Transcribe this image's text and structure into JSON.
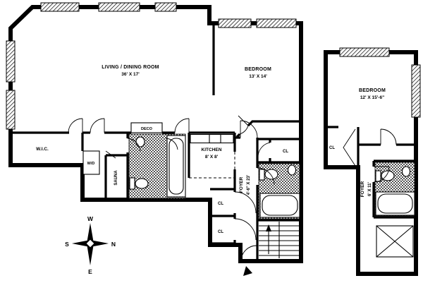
{
  "colors": {
    "wall": "#000000",
    "background": "#ffffff"
  },
  "rooms": {
    "living": {
      "name": "LIVING / DINING ROOM",
      "dims": "36' X 17'"
    },
    "bedroom_main": {
      "name": "BEDROOM",
      "dims": "13' X 14'"
    },
    "bedroom_second": {
      "name": "BEDROOM",
      "dims": "12' X 15'-6\""
    },
    "wic": {
      "name": "W.I.C."
    },
    "kitchen": {
      "name": "KITCHEN",
      "dims": "8' X 8'"
    },
    "foyer_main": {
      "name": "FOYER",
      "dims": "4'-6\" X 23'"
    },
    "foyer_second": {
      "name": "FOYER",
      "dims": "6' X 11'"
    },
    "sauna": {
      "name": "SAUNA"
    },
    "washer_dryer": {
      "name": "W/D"
    },
    "deco": {
      "name": "DECO"
    }
  },
  "closets": {
    "cl1": "CL",
    "cl2": "CL",
    "cl3": "CL",
    "cl4": "CL"
  },
  "compass": {
    "north": "N",
    "south": "S",
    "east": "E",
    "west": "W"
  }
}
